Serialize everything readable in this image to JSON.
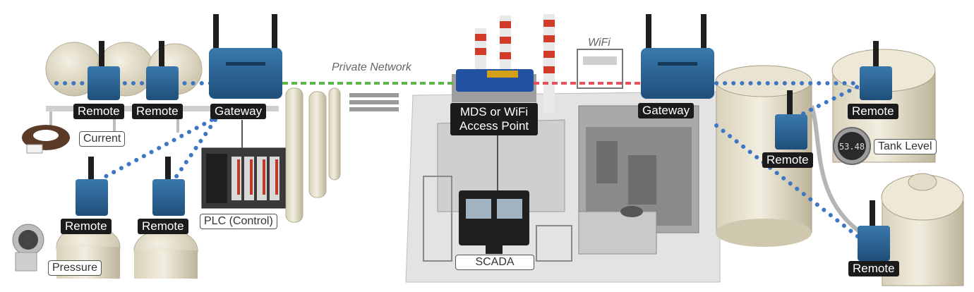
{
  "labels": {
    "remote_silo_1": "Remote",
    "remote_silo_2": "Remote",
    "gateway_left": "Gateway",
    "current": "Current",
    "remote_pressure_1": "Remote",
    "remote_pressure_2": "Remote",
    "plc": "PLC (Control)",
    "pressure": "Pressure",
    "private_network": "Private Network",
    "wifi": "WiFi",
    "mds_line1": "MDS or WiFi",
    "mds_line2": "Access Point",
    "scada": "SCADA",
    "gateway_right": "Gateway",
    "remote_tank_top": "Remote",
    "remote_tank_mid": "Remote",
    "tank_level": "Tank Level",
    "remote_tank_bottom": "Remote",
    "tank_display": "53.48"
  },
  "colors": {
    "device_blue": "#2a5f8e",
    "mesh_dots": "#3d77c4",
    "private_network_line": "#5bb548",
    "wifi_line": "#e8505b",
    "stack_red": "#d23a2a"
  }
}
